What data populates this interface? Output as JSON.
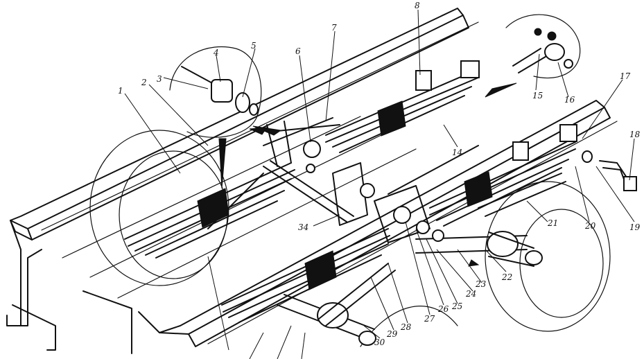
{
  "callouts": [
    {
      "id": "c1",
      "text": "1"
    },
    {
      "id": "c2",
      "text": "2"
    },
    {
      "id": "c3",
      "text": "3"
    },
    {
      "id": "c4",
      "text": "4"
    },
    {
      "id": "c5",
      "text": "5"
    },
    {
      "id": "c6",
      "text": "6"
    },
    {
      "id": "c7",
      "text": "7"
    },
    {
      "id": "c8",
      "text": "8"
    },
    {
      "id": "c14",
      "text": "14"
    },
    {
      "id": "c15",
      "text": "15"
    },
    {
      "id": "c16",
      "text": "16"
    },
    {
      "id": "c17",
      "text": "17"
    },
    {
      "id": "c18",
      "text": "18"
    },
    {
      "id": "c19",
      "text": "19"
    },
    {
      "id": "c20",
      "text": "20"
    },
    {
      "id": "c21",
      "text": "21"
    },
    {
      "id": "c22",
      "text": "22"
    },
    {
      "id": "c23",
      "text": "23"
    },
    {
      "id": "c24",
      "text": "24"
    },
    {
      "id": "c25",
      "text": "25"
    },
    {
      "id": "c26",
      "text": "26"
    },
    {
      "id": "c27",
      "text": "27"
    },
    {
      "id": "c28",
      "text": "28"
    },
    {
      "id": "c29",
      "text": "29"
    },
    {
      "id": "c30",
      "text": "30"
    },
    {
      "id": "c34",
      "text": "34"
    }
  ]
}
